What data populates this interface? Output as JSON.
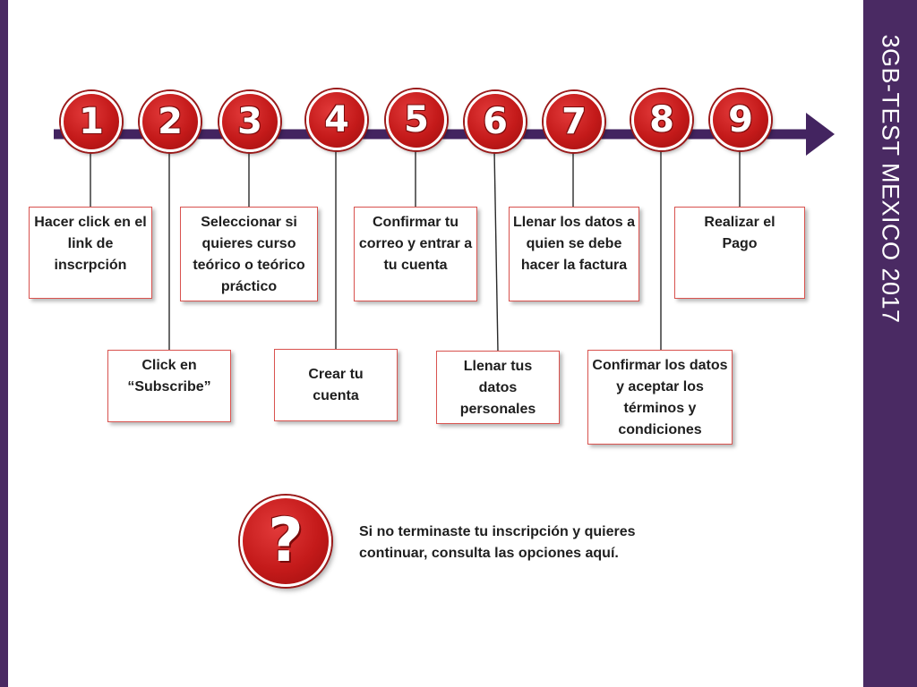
{
  "side_title": "3GB-TEST MEXICO 2017",
  "steps": [
    {
      "number": "1",
      "label": "Hacer click en el link de inscrpción"
    },
    {
      "number": "2",
      "label": "Click en “Subscribe”"
    },
    {
      "number": "3",
      "label": "Seleccionar si quieres curso teórico o teórico práctico"
    },
    {
      "number": "4",
      "label": "Crear tu cuenta"
    },
    {
      "number": "5",
      "label": "Confirmar tu correo y entrar a tu cuenta"
    },
    {
      "number": "6",
      "label": "Llenar tus datos personales"
    },
    {
      "number": "7",
      "label": "Llenar los datos a quien se debe hacer la factura"
    },
    {
      "number": "8",
      "label": "Confirmar los datos y aceptar los términos y condiciones"
    },
    {
      "number": "9",
      "label": "Realizar el Pago"
    }
  ],
  "help": {
    "icon": "?",
    "text": "Si no terminaste tu inscripción y quieres continuar, consulta las opciones aquí."
  },
  "colors": {
    "purple": "#4a2a63",
    "red": "#c41a1a",
    "box_border": "#d9534f"
  }
}
